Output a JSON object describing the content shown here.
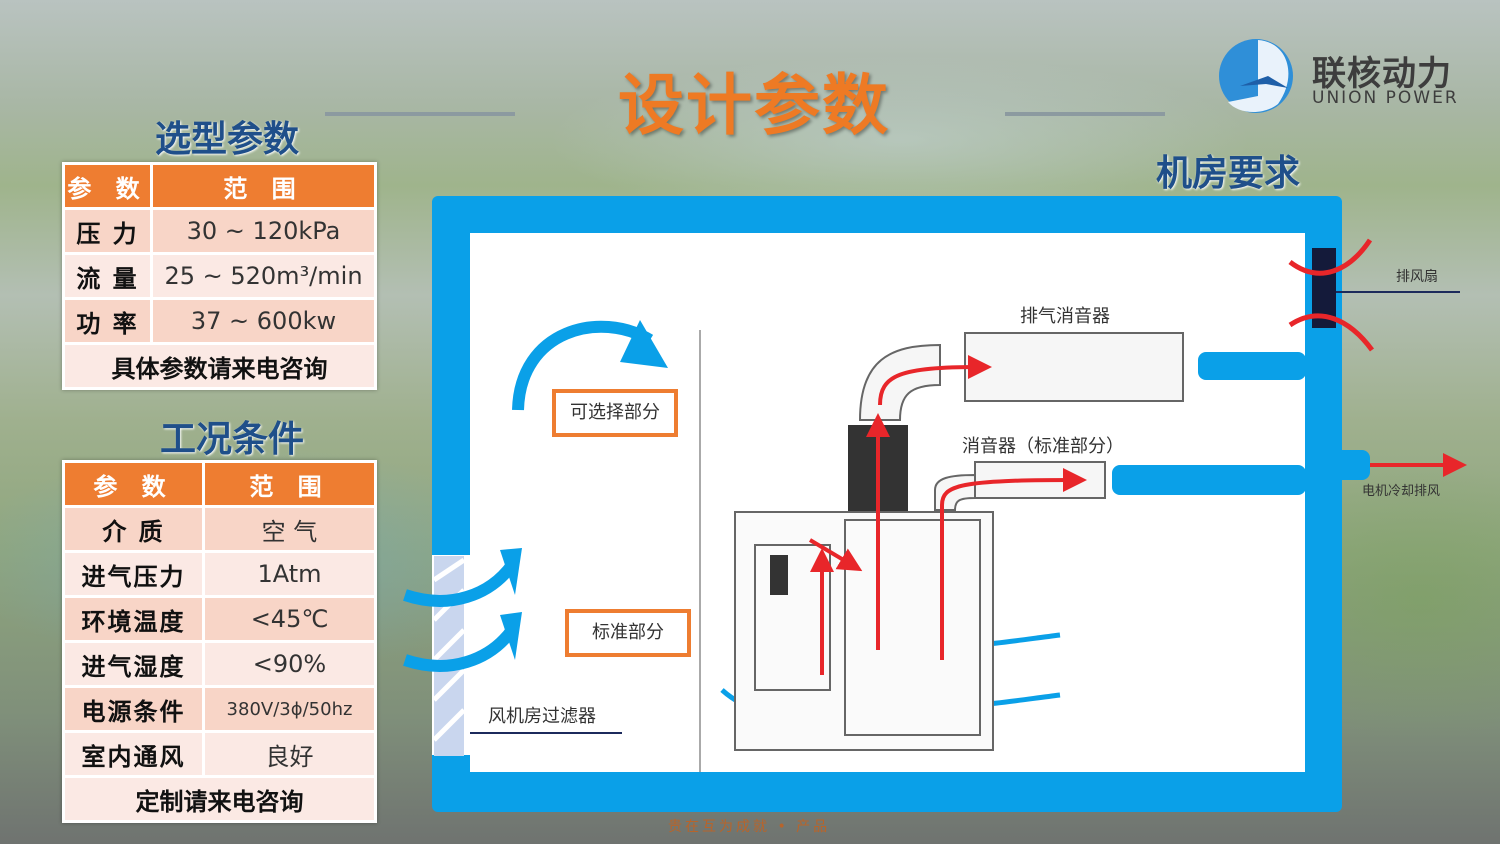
{
  "title": "设计参数",
  "logo": {
    "cn": "联核动力",
    "en": "UNION POWER"
  },
  "selection": {
    "heading": "选型参数",
    "headers": [
      "参 数",
      "范 围"
    ],
    "rows": [
      {
        "k": "压 力",
        "v": "30 ~ 120kPa"
      },
      {
        "k": "流 量",
        "v": "25 ~ 520m³/min"
      },
      {
        "k": "功 率",
        "v": "37 ~ 600kw"
      }
    ],
    "footer": "具体参数请来电咨询"
  },
  "conditions": {
    "heading": "工况条件",
    "headers": [
      "参 数",
      "范 围"
    ],
    "rows": [
      {
        "k": "介 质",
        "v": "空 气"
      },
      {
        "k": "进气压力",
        "v": "1Atm"
      },
      {
        "k": "环境温度",
        "v": "<45℃"
      },
      {
        "k": "进气湿度",
        "v": "<90%"
      },
      {
        "k": "电源条件",
        "v": "380V/3ϕ/50hz"
      },
      {
        "k": "室内通风",
        "v": "良好"
      }
    ],
    "footer": "定制请来电咨询"
  },
  "room": {
    "heading": "机房要求",
    "exhaust_silencer": "排气消音器",
    "silencer_std": "消音器（标准部分）",
    "optional": "可选择部分",
    "standard": "标准部分",
    "filter": "风机房过滤器",
    "fan": "排风扇",
    "motor_cooling": "电机冷却排风"
  },
  "footer": "贵在互为成就 • 产品",
  "colors": {
    "accent": "#ee7d31",
    "frame": "#0aa0e8",
    "arrow": "#e8262a"
  }
}
